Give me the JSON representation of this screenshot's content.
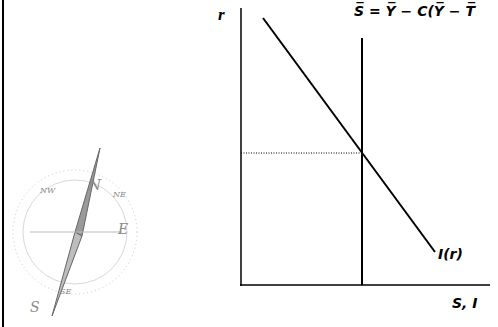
{
  "diagram": {
    "labels": [
      "r",
      "S̅ = Y̅ − C(Y̅ − T̅",
      "I(r)",
      "S, I",
      "N",
      "NW",
      "NE",
      "E",
      "S",
      "SE"
    ]
  }
}
